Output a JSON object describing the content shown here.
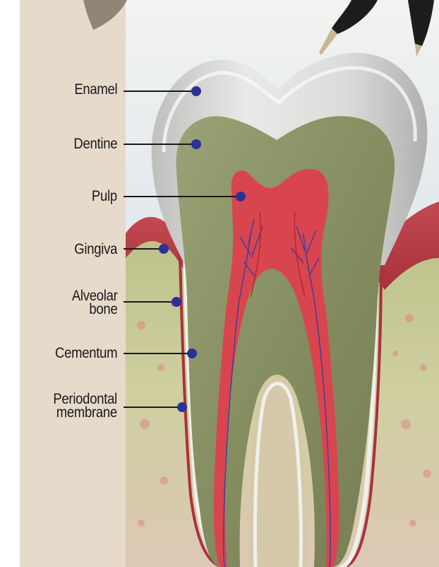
{
  "colors": {
    "sidebar": "#e6dacb",
    "sky": "#e3e9ee",
    "enamel": "#d8d8d6",
    "dentine": "#8b9467",
    "pulp": "#d9454f",
    "bone": "#c6c98f",
    "gum": "#c4484f",
    "vessel": "#3a3f9c",
    "leader": "#1a1a1a",
    "marker": "#2b3296"
  },
  "icons": [
    "dental-probe-icon",
    "dental-tool-icon"
  ],
  "labels": [
    {
      "id": "enamel",
      "lines": [
        "Enamel"
      ]
    },
    {
      "id": "dentine",
      "lines": [
        "Dentine"
      ]
    },
    {
      "id": "pulp",
      "lines": [
        "Pulp"
      ]
    },
    {
      "id": "gingiva",
      "lines": [
        "Gingiva"
      ]
    },
    {
      "id": "alveolar-bone",
      "lines": [
        "Alveolar",
        "bone"
      ]
    },
    {
      "id": "cementum",
      "lines": [
        "Cementum"
      ]
    },
    {
      "id": "periodontal-membrane",
      "lines": [
        "Periodontal",
        "membrane"
      ]
    }
  ]
}
